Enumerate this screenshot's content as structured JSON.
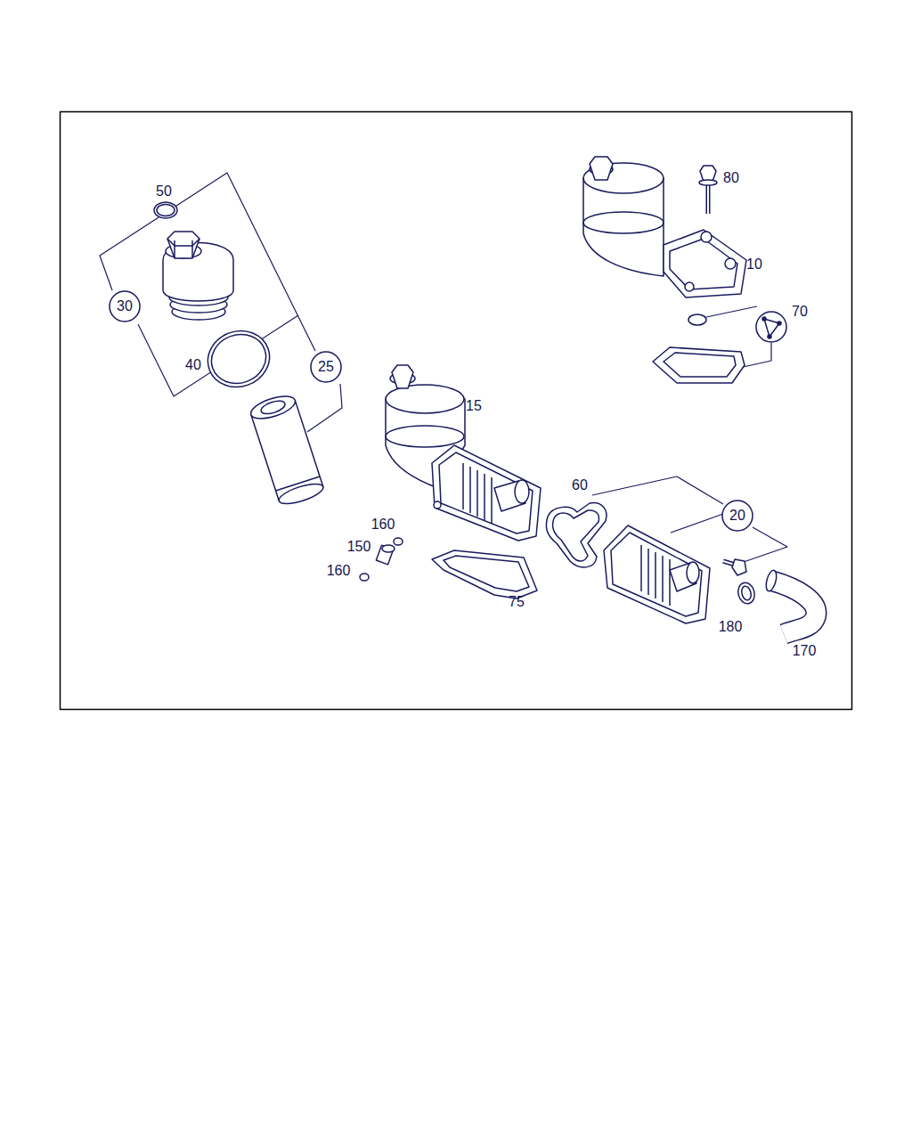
{
  "diagram": {
    "nodes": [
      {
        "text": [
          "30"
        ]
      },
      {
        "text": [
          "25"
        ]
      },
      {
        "text": [
          "20"
        ]
      }
    ],
    "labels": [
      "80",
      "50",
      "10",
      "70",
      "40",
      "15",
      "60",
      "160",
      "150",
      "160",
      "75",
      "180",
      "170"
    ]
  }
}
